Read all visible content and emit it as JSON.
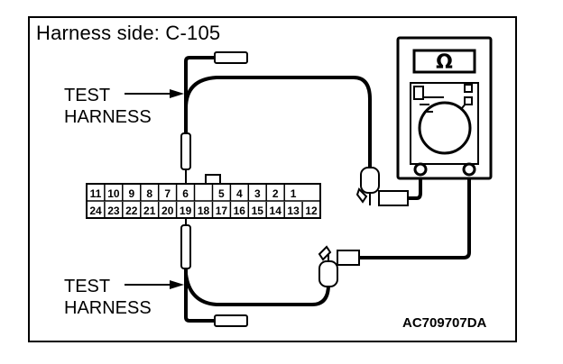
{
  "title": "Harness side: C-105",
  "labels": {
    "test_upper_line1": "TEST",
    "test_upper_line2": "HARNESS",
    "test_lower_line1": "TEST",
    "test_lower_line2": "HARNESS"
  },
  "figure_code": "AC709707DA",
  "meter_symbol": "Ω",
  "connector": {
    "top_row": [
      "11",
      "10",
      "9",
      "8",
      "7",
      "6",
      "",
      "5",
      "4",
      "3",
      "2",
      "1"
    ],
    "bottom_row": [
      "24",
      "23",
      "22",
      "21",
      "20",
      "19",
      "18",
      "17",
      "16",
      "15",
      "14",
      "13",
      "12"
    ]
  }
}
